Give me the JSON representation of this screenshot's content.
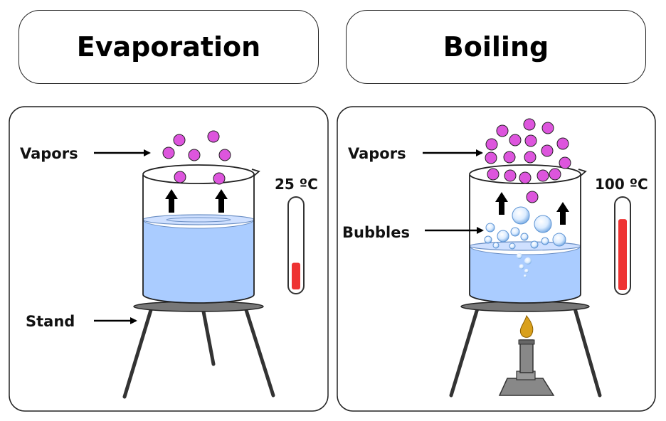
{
  "evaporation": {
    "title": "Evaporation",
    "labels": {
      "vapors": "Vapors",
      "stand": "Stand"
    },
    "temperature": {
      "text": "25 ºC",
      "level": 0.3
    }
  },
  "boiling": {
    "title": "Boiling",
    "labels": {
      "vapors": "Vapors",
      "bubbles": "Bubbles"
    },
    "temperature": {
      "text": "100 ºC",
      "level": 0.78
    }
  },
  "colors": {
    "water": "#aaccff",
    "vapor": "#dd55dd",
    "thermometer_fluid": "#ee3333",
    "flame": "#d9a01c"
  }
}
